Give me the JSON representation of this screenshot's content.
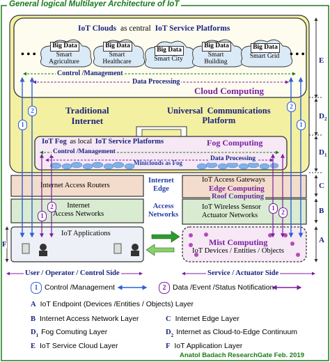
{
  "title": "General logical Multilayer Architecture of IoT",
  "cloud": {
    "header_part1": "IoT Clouds",
    "header_part2": "as central",
    "header_part3": "IoT Service Platforms",
    "big_data_label": "Big Data",
    "clouds": [
      "Smart\nAgriculture",
      "Smart\nHealthcare",
      "Smart City",
      "Smart\nBuilding",
      "Smart Grid"
    ],
    "ellipsis": "• • •",
    "control": "Control /Management",
    "data_processing": "Data Processing",
    "title": "Cloud Computing"
  },
  "internet": {
    "traditional": "Traditional\nInternet",
    "universal": "Universal  Communications\nPlatform"
  },
  "fog": {
    "header_part1": "IoT Fog",
    "header_part2": "as local",
    "header_part3": "IoT Service Platforms",
    "title": "Fog Computing",
    "control": "Control /Management",
    "data_processing": "Data Processing",
    "miniclouds": "Miniclouds as Fog"
  },
  "edge": {
    "routers": "Internet Access Routers",
    "label": "Internet\nEdge",
    "gateways": "IoT Access Gateways",
    "edge_computing": "Edge Computing",
    "roof_computing": "Roof Computing"
  },
  "access": {
    "networks": "Internet\nAccess Networks",
    "label": "Access\nNetworks",
    "wsn": "IoT Wireless Sensor\nActuator Networks"
  },
  "bottom": {
    "apps": "IoT  Applications",
    "mist": "Mist Computing",
    "devices": "IoT Devices / Entities / Objects"
  },
  "sides": {
    "left": "User / Operator / Control Side",
    "right": "Service / Actuator Side"
  },
  "layer_letters": {
    "E": "E",
    "D2": "D",
    "D2sub": "2",
    "D1": "D",
    "D1sub": "1",
    "C": "C",
    "B": "B",
    "A": "A",
    "F": "F"
  },
  "legend": {
    "one": "1",
    "one_text": "Control /Management",
    "two": "2",
    "two_text": "Data /Event /Status Notification",
    "A_key": "A",
    "A_text": "IoT Endpoint (Devices /Entities / Objects) Layer",
    "B_key": "B",
    "B_text": "Internet Access Network Layer",
    "C_key": "C",
    "C_text": "Internet Edge Layer",
    "D1_key": "D",
    "D1_sub": "1",
    "D1_text": "Fog Comuting Layer",
    "D2_key": "D",
    "D2_sub": "2",
    "D2_text": "Internet as Cloud-to-Edge Continuum",
    "E_key": "E",
    "E_text": "IoT Service Cloud Layer",
    "F_key": "F",
    "F_text": "IoT Application Layer"
  },
  "footer": "Anatol Badach   ResearchGate  Feb. 2019",
  "colors": {
    "title_green": "#1a7a1a",
    "cloud_bg": "#fdfcee",
    "internet_yellow": "#f3f0a2",
    "fog_pink": "#f6e8f4",
    "edge_tan": "#f3dccb",
    "access_green": "#d9ecd2",
    "navy": "#1a237e",
    "purple": "#7b1fa2",
    "arrow_blue": "#2f5fd6"
  }
}
